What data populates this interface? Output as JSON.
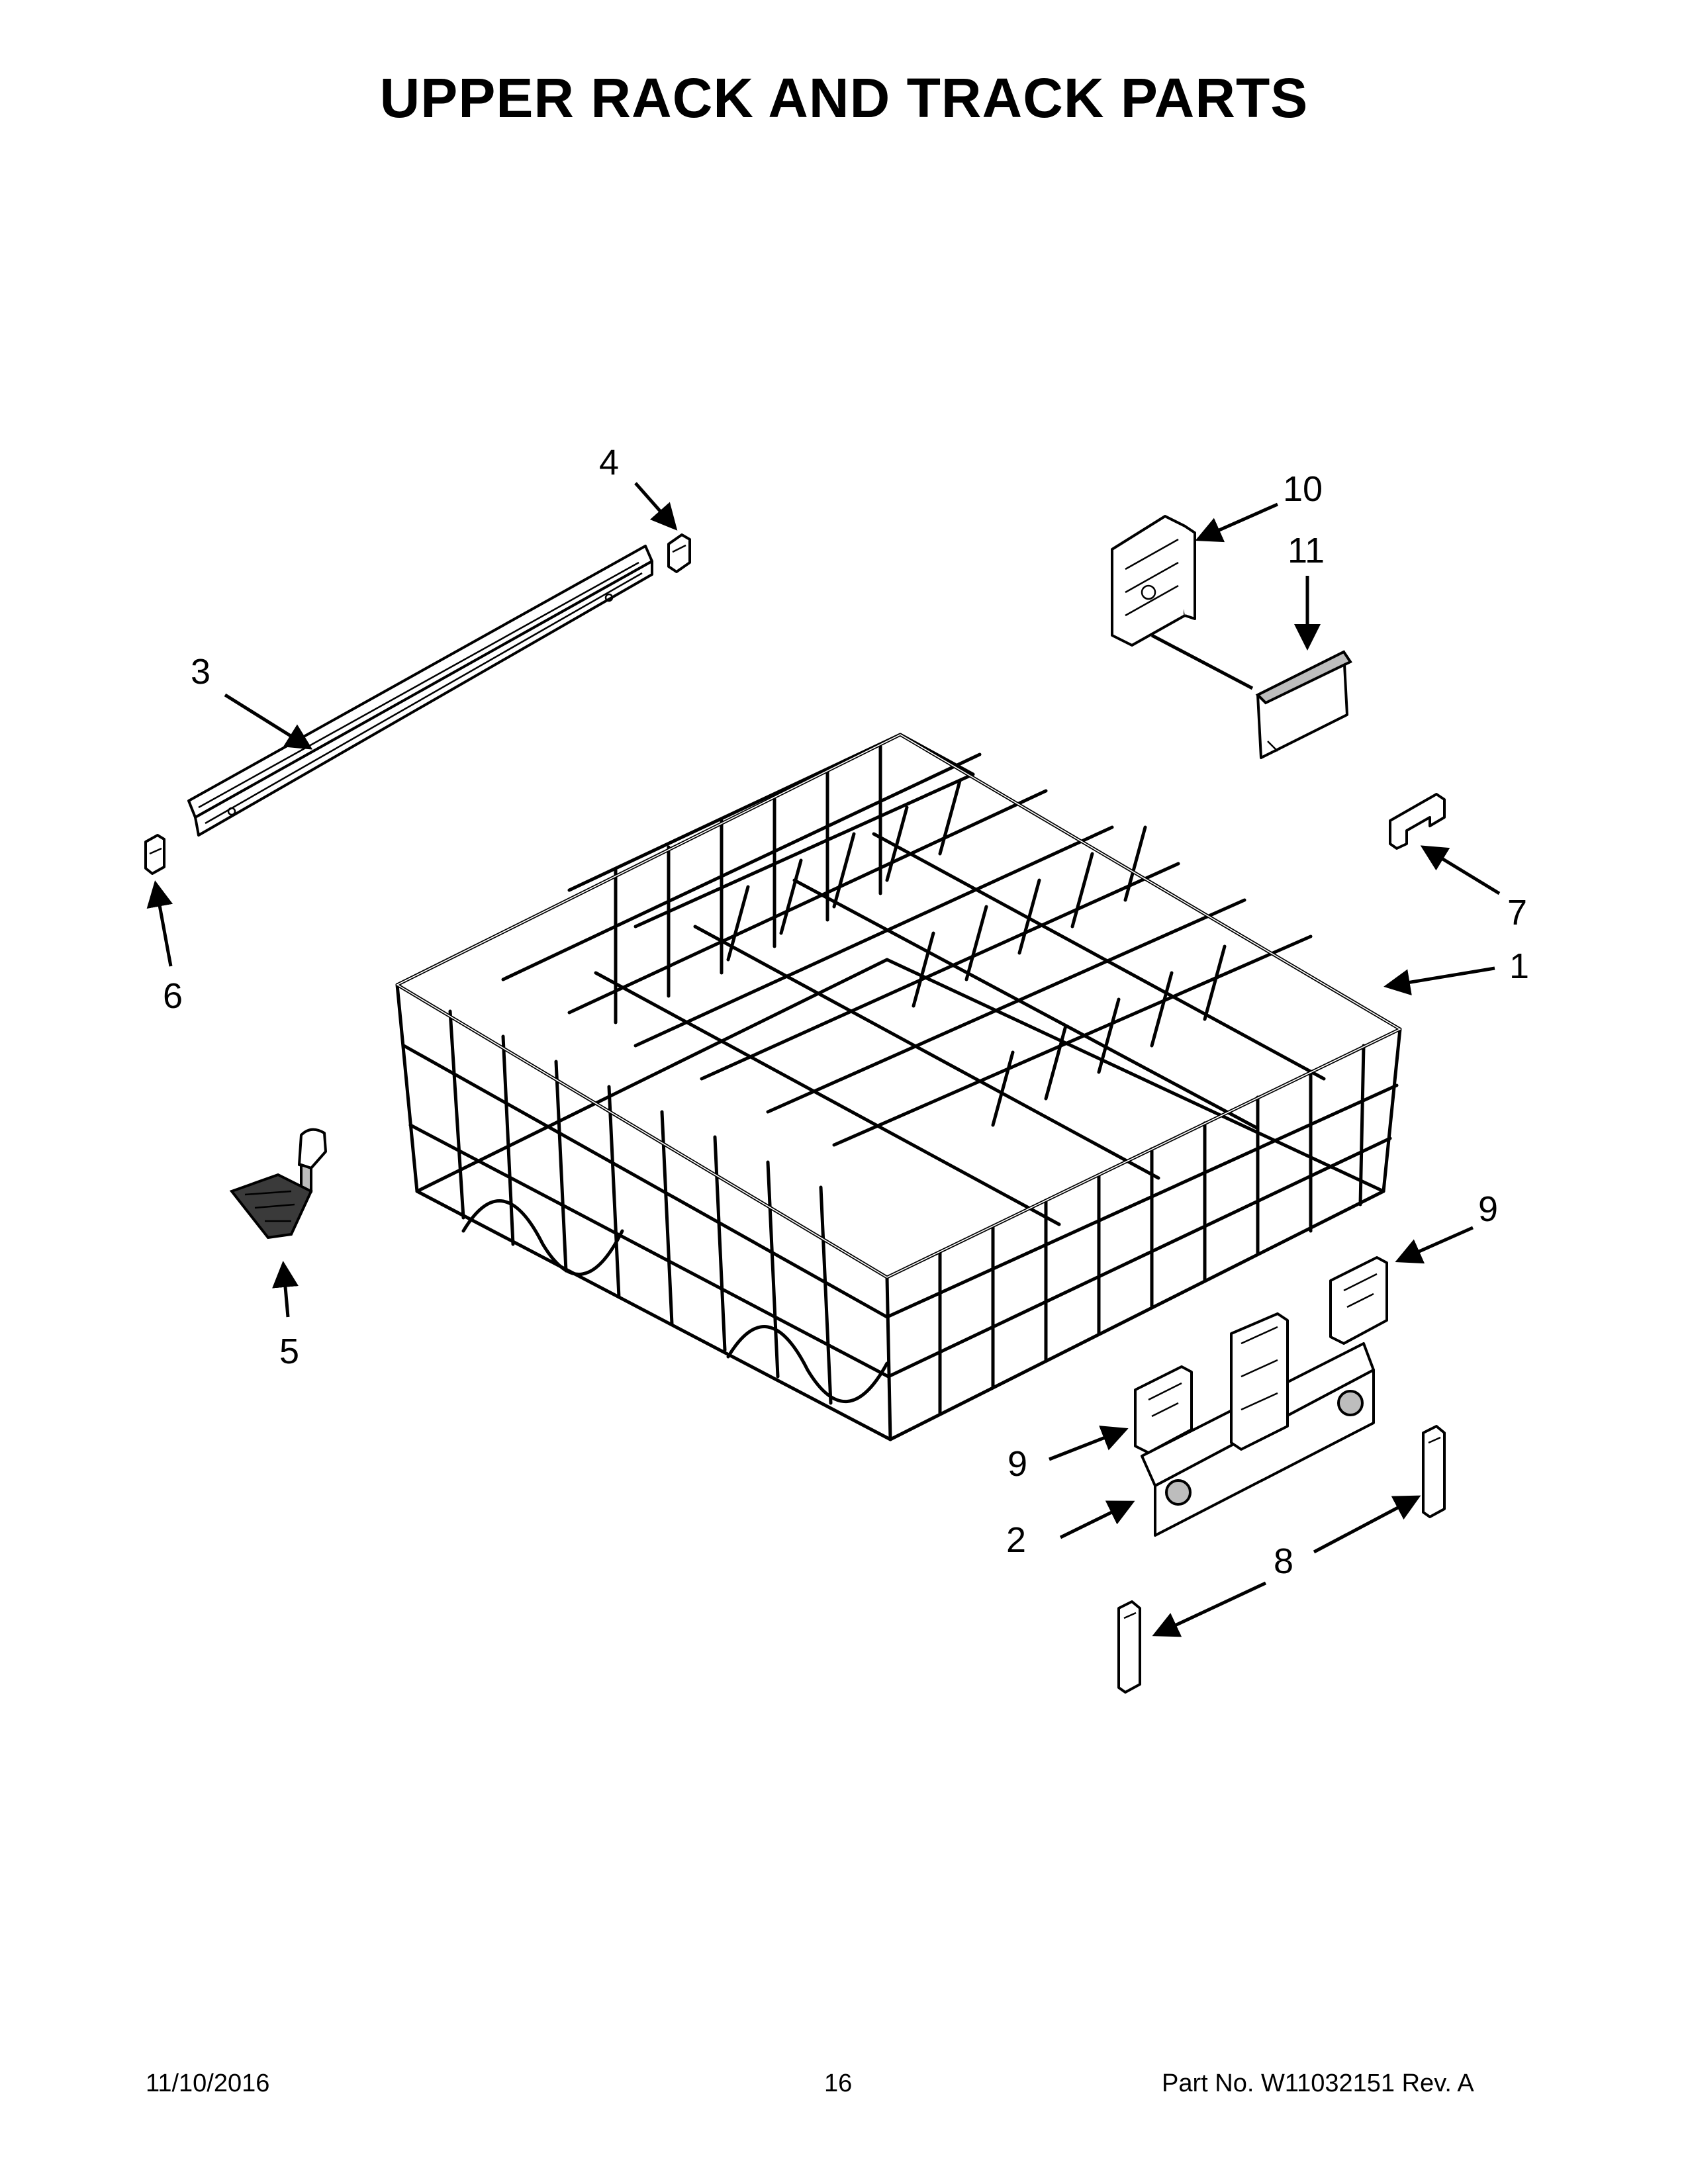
{
  "title": "UPPER RACK AND TRACK PARTS",
  "callouts": {
    "c1": "1",
    "c2": "2",
    "c3": "3",
    "c4": "4",
    "c5": "5",
    "c6": "6",
    "c7": "7",
    "c8": "8",
    "c9a": "9",
    "c9b": "9",
    "c10": "10",
    "c11": "11"
  },
  "footer": {
    "date": "11/10/2016",
    "page": "16",
    "part_info": "Part No.  W11032151  Rev.  A"
  }
}
